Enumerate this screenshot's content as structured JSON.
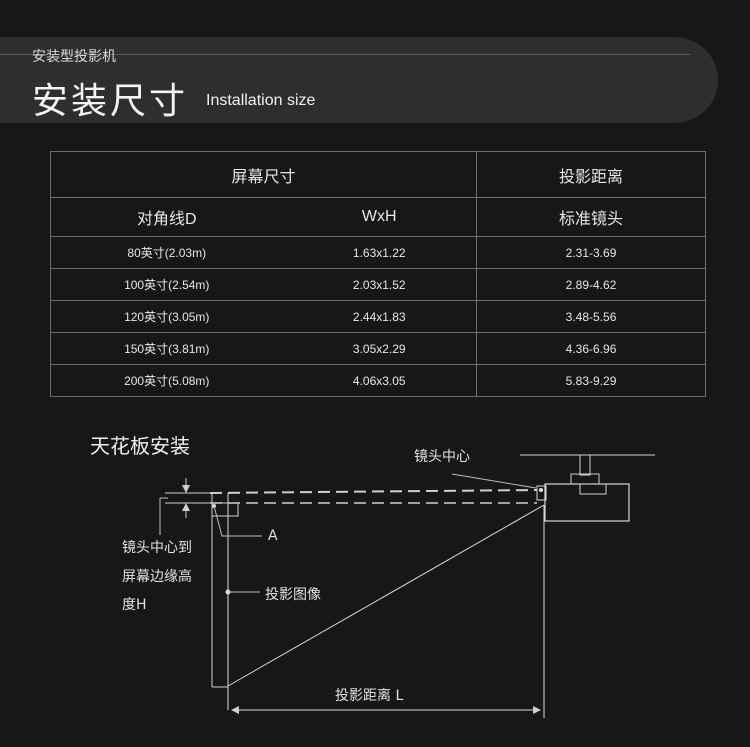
{
  "header": {
    "subtitle": "安装型投影机",
    "title": "安装尺寸",
    "title_en": "Installation size"
  },
  "table": {
    "group_headers": [
      "屏幕尺寸",
      "投影距离"
    ],
    "columns": [
      "对角线D",
      "WxH",
      "标准镜头"
    ],
    "rows": [
      [
        "80英寸(2.03m)",
        "1.63x1.22",
        "2.31-3.69"
      ],
      [
        "100英寸(2.54m)",
        "2.03x1.52",
        "2.89-4.62"
      ],
      [
        "120英寸(3.05m)",
        "2.44x1.83",
        "3.48-5.56"
      ],
      [
        "150英寸(3.81m)",
        "3.05x2.29",
        "4.36-6.96"
      ],
      [
        "200英寸(5.08m)",
        "4.06x3.05",
        "5.83-9.29"
      ]
    ]
  },
  "diagram": {
    "title": "天花板安装",
    "lens_center": "镜头中心",
    "label_a": "A",
    "height_label_1": "镜头中心到",
    "height_label_2": "屏幕边缘高",
    "height_label_3": "度H",
    "image_label": "投影图像",
    "distance_label": "投影距离 L"
  }
}
